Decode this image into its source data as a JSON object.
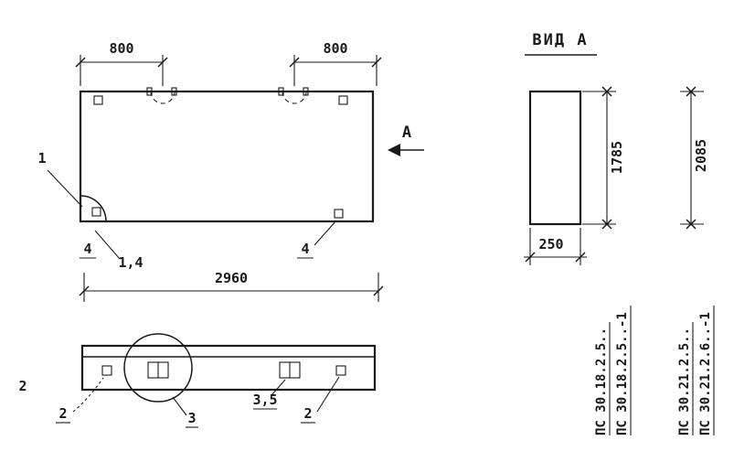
{
  "colors": {
    "ink": "#1a1a1a",
    "paper": "#ffffff"
  },
  "plan_view": {
    "dim_left": "800",
    "dim_right": "800",
    "dim_overall": "2960",
    "view_direction_label": "А",
    "callout_1": "1",
    "callout_4_left": "4",
    "callout_1_4": "1,4",
    "callout_4_right": "4"
  },
  "side_view": {
    "callout_2_outer": "2",
    "callout_2_left": "2",
    "callout_3": "3",
    "callout_3_5": "3,5",
    "callout_2_right": "2"
  },
  "view_a": {
    "title": "ВИД А",
    "dim_height_1": "1785",
    "dim_height_2": "2085",
    "dim_width": "250",
    "marks": [
      "ПС 30.18.2.5..",
      "ПС 30.18.2.5..-1",
      "ПС 30.21.2.5..",
      "ПС 30.21.2.6..-1"
    ]
  }
}
